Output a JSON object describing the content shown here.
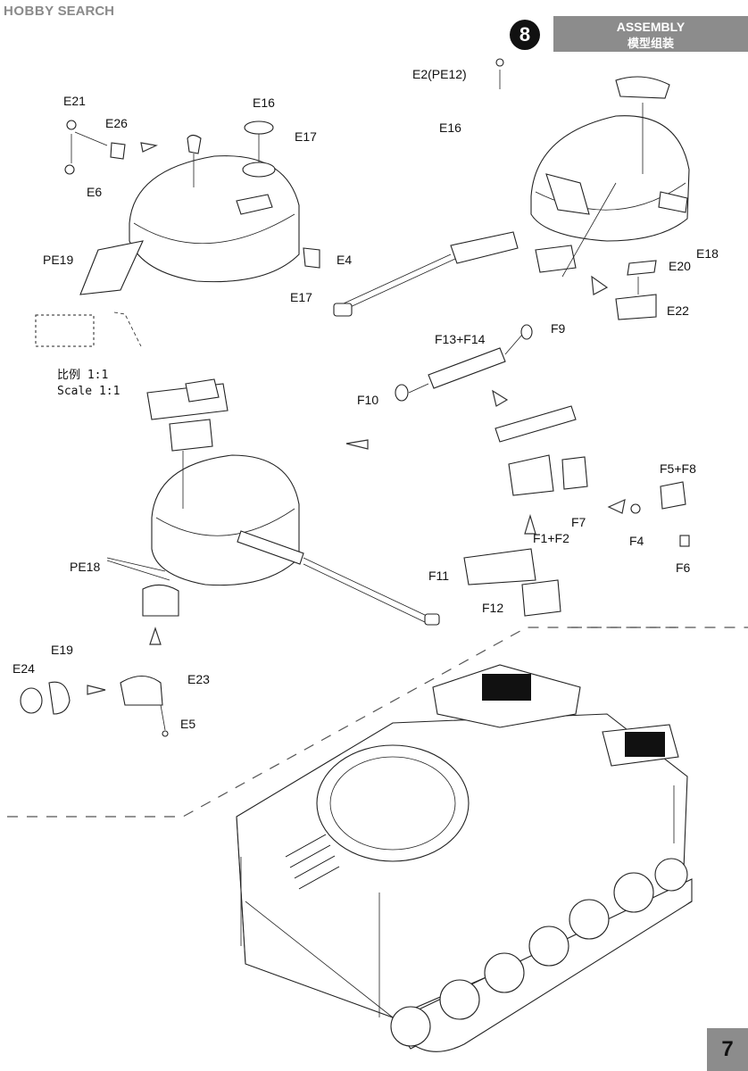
{
  "watermark": {
    "logo": "HOBBY",
    "search": "SEARCH"
  },
  "header": {
    "title": "ASSEMBLY",
    "subtitle": "模型组装",
    "step": "8"
  },
  "page_number": "7",
  "scale": {
    "cn": "比例 1:1",
    "en": "Scale 1:1"
  },
  "labels": {
    "e21": "E21",
    "e26": "E26",
    "e6_a": "E6",
    "e16_a": "E16",
    "e17_a": "E17",
    "pe19": "PE19",
    "e4": "E4",
    "e17_b": "E17",
    "e2pe12": "E2(PE12)",
    "e16_b": "E16",
    "e18": "E18",
    "e20": "E20",
    "e22": "E22",
    "f13f14": "F13+F14",
    "f9": "F9",
    "f10": "F10",
    "f5f8": "F5+F8",
    "f7": "F7",
    "f4": "F4",
    "f1f2": "F1+F2",
    "f6": "F6",
    "f11": "F11",
    "f12": "F12",
    "pe18": "PE18",
    "e19": "E19",
    "e24": "E24",
    "e23": "E23",
    "e5": "E5"
  }
}
